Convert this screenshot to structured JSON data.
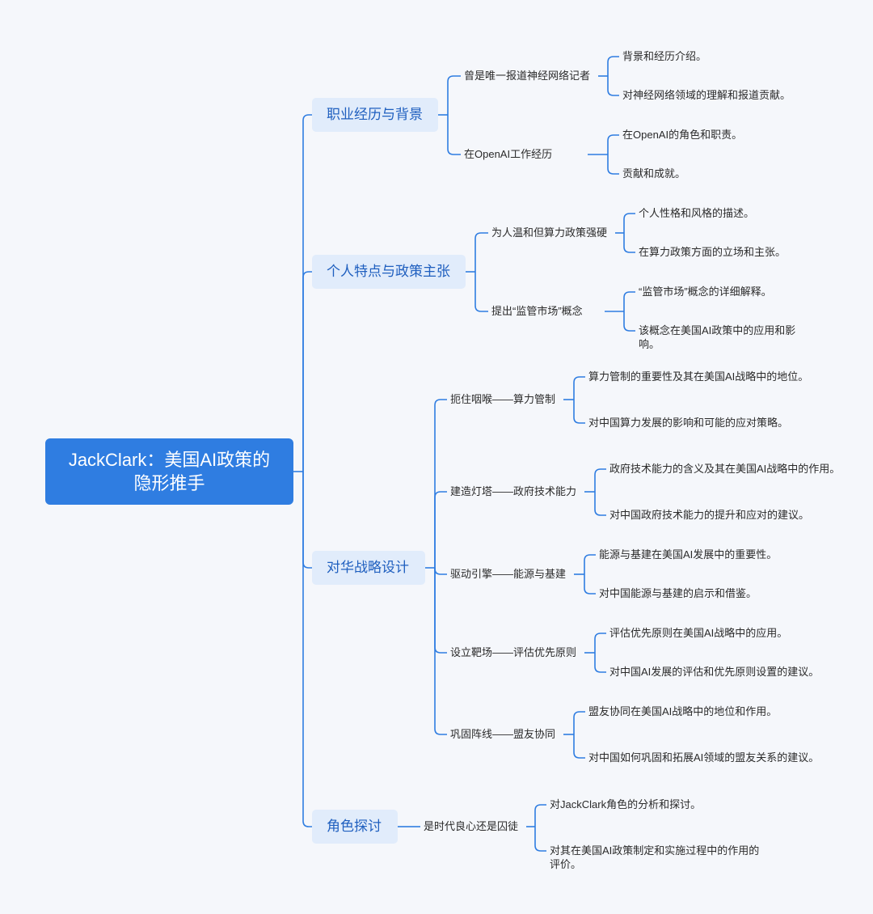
{
  "root": "JackClark：美国AI政策的隐形推手",
  "branches": [
    {
      "label": "职业经历与背景",
      "children": [
        {
          "label": "曾是唯一报道神经网络记者",
          "details": [
            "背景和经历介绍。",
            "对神经网络领域的理解和报道贡献。"
          ]
        },
        {
          "label": "在OpenAI工作经历",
          "details": [
            "在OpenAI的角色和职责。",
            "贡献和成就。"
          ]
        }
      ]
    },
    {
      "label": "个人特点与政策主张",
      "children": [
        {
          "label": "为人温和但算力政策强硬",
          "details": [
            "个人性格和风格的描述。",
            "在算力政策方面的立场和主张。"
          ]
        },
        {
          "label": "提出“监管市场”概念",
          "details": [
            "“监管市场”概念的详细解释。",
            "该概念在美国AI政策中的应用和影响。"
          ]
        }
      ]
    },
    {
      "label": "对华战略设计",
      "children": [
        {
          "label": "扼住咽喉——算力管制",
          "details": [
            "算力管制的重要性及其在美国AI战略中的地位。",
            "对中国算力发展的影响和可能的应对策略。"
          ]
        },
        {
          "label": "建造灯塔——政府技术能力",
          "details": [
            "政府技术能力的含义及其在美国AI战略中的作用。",
            "对中国政府技术能力的提升和应对的建议。"
          ]
        },
        {
          "label": "驱动引擎——能源与基建",
          "details": [
            "能源与基建在美国AI发展中的重要性。",
            "对中国能源与基建的启示和借鉴。"
          ]
        },
        {
          "label": "设立靶场——评估优先原则",
          "details": [
            "评估优先原则在美国AI战略中的应用。",
            "对中国AI发展的评估和优先原则设置的建议。"
          ]
        },
        {
          "label": "巩固阵线——盟友协同",
          "details": [
            "盟友协同在美国AI战略中的地位和作用。",
            "对中国如何巩固和拓展AI领域的盟友关系的建议。"
          ]
        }
      ]
    },
    {
      "label": "角色探讨",
      "children": [
        {
          "label": "是时代良心还是囚徒",
          "details": [
            "对JackClark角色的分析和探讨。",
            "对其在美国AI政策制定和实施过程中的作用的评价。"
          ]
        }
      ]
    }
  ],
  "colors": {
    "line": "#2f7de1",
    "root_bg": "#2f7de1",
    "branch_bg": "#e1ecfb",
    "branch_text": "#1f5fbf",
    "background": "#f5f7fb"
  }
}
